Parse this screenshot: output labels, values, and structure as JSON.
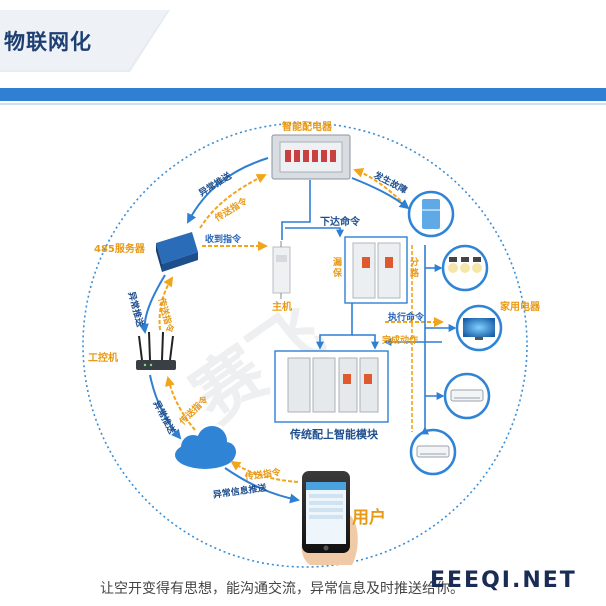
{
  "header": {
    "title": "物联网化"
  },
  "diagram": {
    "distribution_box": "智能配电器",
    "server_485": "485服务器",
    "industrial_pc": "工控机",
    "host": "主机",
    "leakage_protection": "漏保",
    "branch": "分路",
    "traditional_module": "传统配上智能模块",
    "household_appliances": "家用电器",
    "user": "用户",
    "arrows": {
      "abnormal_report_top": "异常推送",
      "forward_command_top": "传送指令",
      "receive_command": "收到指令",
      "issue_command": "下达命令",
      "fault_occurred": "发生故障",
      "execute_command": "执行命令",
      "complete_action": "完成动作",
      "abnormal_report_left": "异常推送",
      "forward_command_left": "传送指令",
      "abnormal_report_cloud": "异常推送",
      "forward_command_cloud": "传送指令",
      "forward_command_user": "传送指令",
      "abnormal_info_push": "异常信息推送"
    },
    "watermark_ghost": "赛飞"
  },
  "footer": {
    "caption": "让空开变得有思想，能沟通交流，异常信息及时推送给你。",
    "site_mark": "EEEQI.NET"
  },
  "colors": {
    "accent_blue": "#2f7fd3",
    "orange": "#f2a51a",
    "navy": "#1e3f73"
  }
}
